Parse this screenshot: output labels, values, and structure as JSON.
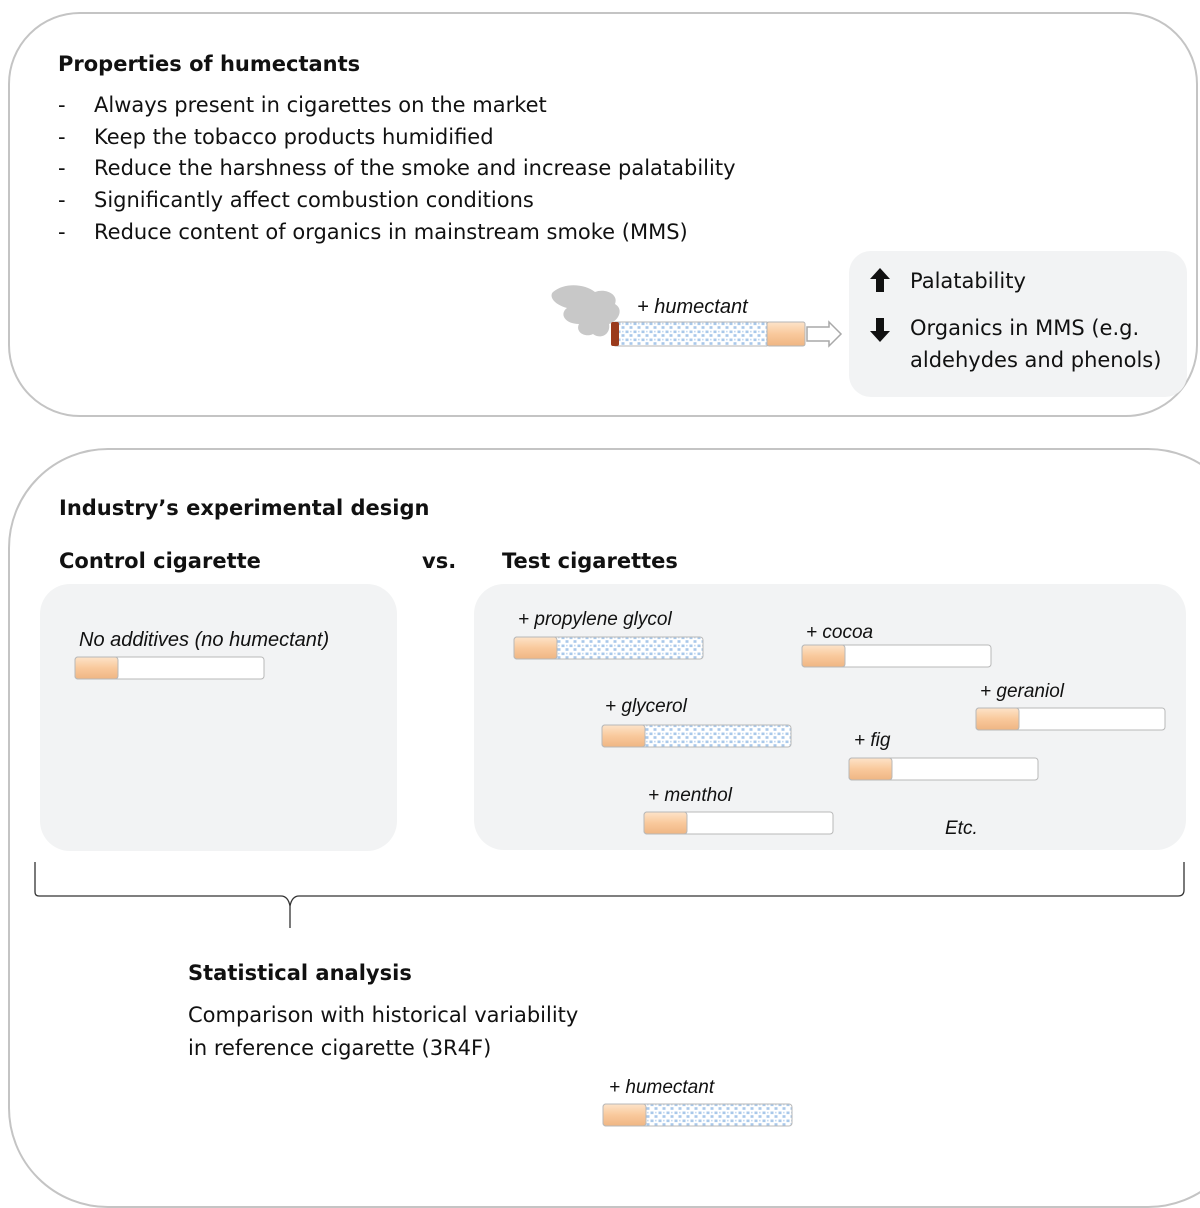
{
  "properties": {
    "title": "Properties of humectants",
    "bullets": [
      "Always present in cigarettes on the market",
      "Keep the tobacco products humidified",
      "Reduce the harshness of the smoke and increase palatability",
      "Significantly affect combustion conditions",
      "Reduce content of organics in mainstream smoke (MMS)"
    ],
    "burning_cigarette_label": "+ humectant",
    "effects": {
      "up_label": "Palatability",
      "down_label_line1": "Organics in MMS (e.g.",
      "down_label_line2": "aldehydes and phenols)"
    }
  },
  "design": {
    "title": "Industry’s experimental design",
    "control_heading": "Control cigarette",
    "vs_label": "vs.",
    "test_heading": "Test cigarettes",
    "control_label": "No additives (no humectant)",
    "tests": {
      "propylene_glycol": "+ propylene glycol",
      "cocoa": "+ cocoa",
      "geraniol": "+ geraniol",
      "glycerol": "+ glycerol",
      "fig": "+ fig",
      "menthol": "+ menthol",
      "etc": "Etc."
    }
  },
  "stats": {
    "title": "Statistical analysis",
    "line1": "Comparison with historical variability",
    "line2": "in reference cigarette (3R4F)",
    "cigarette_label": "+ humectant"
  },
  "colors": {
    "filter": "#f9c99c",
    "dots": "#a9c8ea",
    "panel_bg": "#f2f3f4",
    "outline": "#c4c4c4"
  }
}
